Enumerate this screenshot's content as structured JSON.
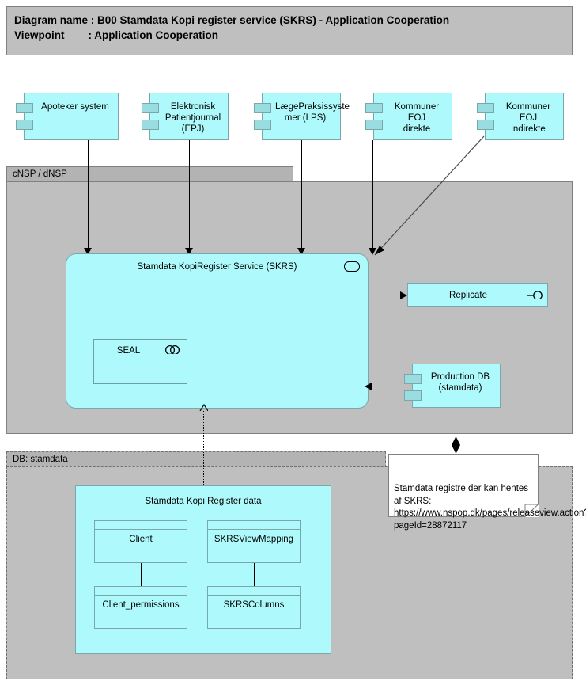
{
  "title": {
    "line1": "Diagram name : B00 Stamdata Kopi register service (SKRS) - Application Cooperation",
    "line2": "Viewpoint        : Application Cooperation"
  },
  "groups": {
    "nsp": {
      "label": "cNSP / dNSP"
    },
    "db": {
      "label": "DB: stamdata"
    }
  },
  "components": [
    {
      "label": "Apoteker system",
      "icon": "application-component-icon"
    },
    {
      "label": "Elektronisk\nPatientjournal\n(EPJ)",
      "icon": "application-component-icon"
    },
    {
      "label": "LægePraksissyste\nmer (LPS)",
      "icon": "application-component-icon"
    },
    {
      "label": "Kommuner EOJ\ndirekte",
      "icon": "application-component-icon"
    },
    {
      "label": "Kommuner EOJ\nindirekte",
      "icon": "application-component-icon"
    },
    {
      "label": "Production DB\n(stamdata)",
      "icon": "application-component-icon"
    }
  ],
  "service": {
    "label": "Stamdata KopiRegister Service (SKRS)",
    "icon": "application-service-icon"
  },
  "collaboration": {
    "label": "SEAL",
    "icon": "application-collaboration-icon"
  },
  "interface": {
    "label": "Replicate",
    "icon": "application-interface-icon"
  },
  "data_group": {
    "label": "Stamdata Kopi Register data",
    "objects": [
      {
        "label": "Client"
      },
      {
        "label": "SKRSViewMapping"
      },
      {
        "label": "Client_permissions"
      },
      {
        "label": "SKRSColumns"
      }
    ]
  },
  "note": {
    "text": "Stamdata registre der kan hentes af SKRS: https://www.nspop.dk/pages/releaseview.action?pageId=28872117"
  },
  "colors": {
    "element_fill": "#aef9fb",
    "element_stroke": "#7aa8aa",
    "component_tab": "#99dde0",
    "group_fill": "#bfbfbf",
    "group_header": "#b3b3b3",
    "group_stroke": "#808080",
    "line": "#000000",
    "note_fill": "#ffffff",
    "canvas": "#ffffff"
  }
}
